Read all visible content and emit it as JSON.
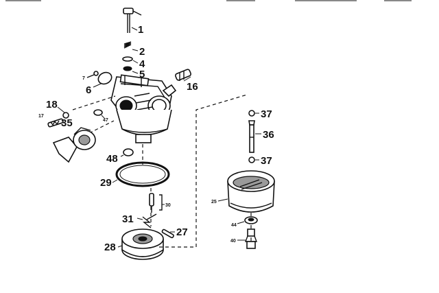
{
  "diagram": {
    "callouts": {
      "c1": "1",
      "c2": "2",
      "c4": "4",
      "c5": "5",
      "c6": "6",
      "c7": "7",
      "c16": "16",
      "c17": "17",
      "c18": "18",
      "c35": "35",
      "c47": "47",
      "c48": "48",
      "c29": "29",
      "c30": "30",
      "c31": "31",
      "c27": "27",
      "c28": "28",
      "c37a": "37",
      "c36": "36",
      "c37b": "37",
      "c25": "25",
      "c44": "44",
      "c40": "40"
    }
  }
}
